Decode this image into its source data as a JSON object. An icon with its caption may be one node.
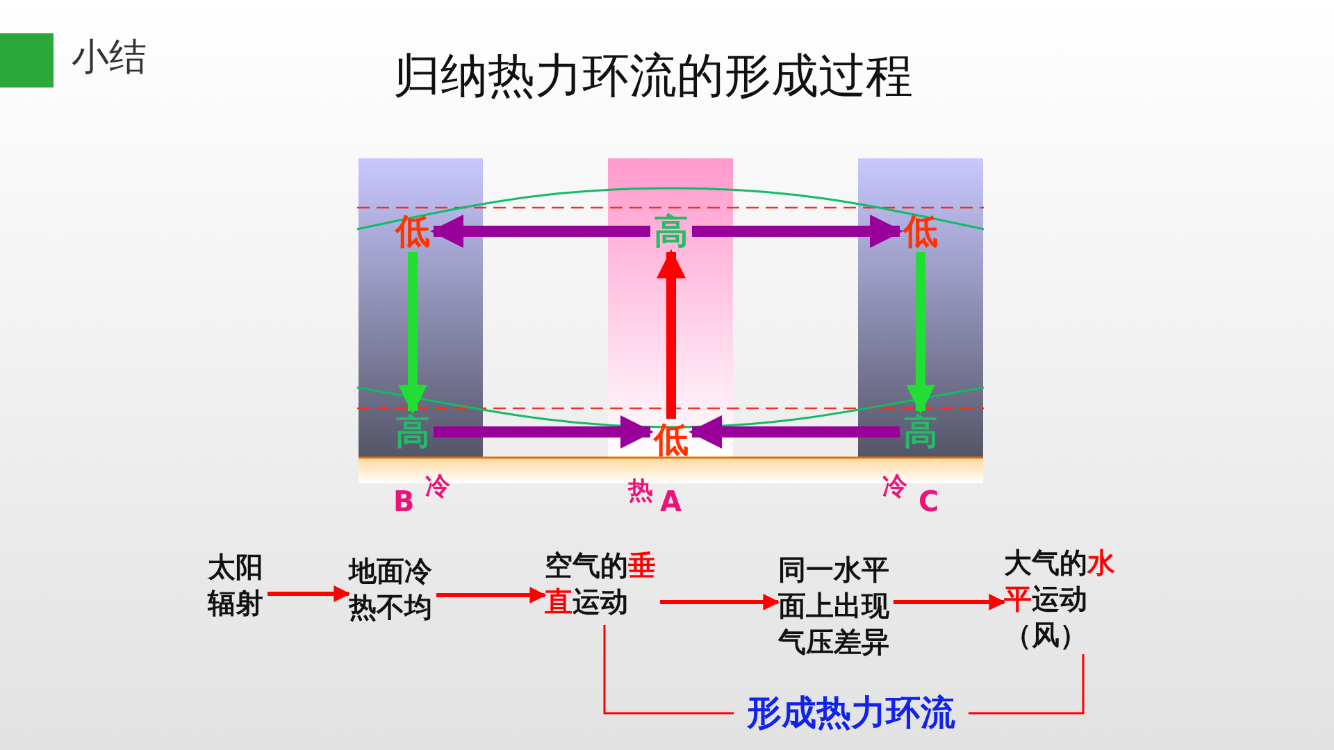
{
  "diagram": {
    "title": "归纳热力环流的形成过程",
    "nodes": [
      {
        "text": [
          "小结"
        ]
      },
      {
        "text": [
          "低"
        ]
      },
      {
        "text": [
          "高"
        ]
      },
      {
        "text": [
          "低"
        ]
      },
      {
        "text": [
          "高"
        ]
      },
      {
        "text": [
          "低"
        ]
      },
      {
        "text": [
          "高"
        ]
      },
      {
        "text": [
          "太阳辐射"
        ]
      },
      {
        "text": [
          "地面冷热不均"
        ]
      },
      {
        "text": [
          "空气的**垂直**运动"
        ]
      },
      {
        "text": [
          "同一水平面上出现气压差异"
        ]
      },
      {
        "text": [
          "大气的**水平**运动（风）"
        ]
      },
      {
        "text": [
          "形成热力环流"
        ]
      }
    ],
    "edges": [
      {
        "from": 2,
        "to": 1,
        "arrow": "to",
        "color": "#990099"
      },
      {
        "from": 2,
        "to": 3,
        "arrow": "to",
        "color": "#990099"
      },
      {
        "from": 1,
        "to": 4,
        "arrow": "to",
        "color": "#22dd33"
      },
      {
        "from": 3,
        "to": 6,
        "arrow": "to",
        "color": "#22dd33"
      },
      {
        "from": 4,
        "to": 5,
        "arrow": "to",
        "color": "#990099"
      },
      {
        "from": 6,
        "to": 5,
        "arrow": "to",
        "color": "#990099"
      },
      {
        "from": 5,
        "to": 2,
        "arrow": "to"
      },
      {
        "from": 7,
        "to": 8,
        "arrow": "to"
      },
      {
        "from": 8,
        "to": 9,
        "arrow": "to"
      },
      {
        "from": 9,
        "to": 10,
        "arrow": "to"
      },
      {
        "from": 10,
        "to": 11,
        "arrow": "to"
      },
      {
        "from": 9,
        "to": 12,
        "arrow": "none"
      },
      {
        "from": 11,
        "to": 12,
        "arrow": "none"
      }
    ],
    "labels": [
      "B",
      "冷",
      "热",
      "A",
      "冷",
      "C"
    ]
  }
}
